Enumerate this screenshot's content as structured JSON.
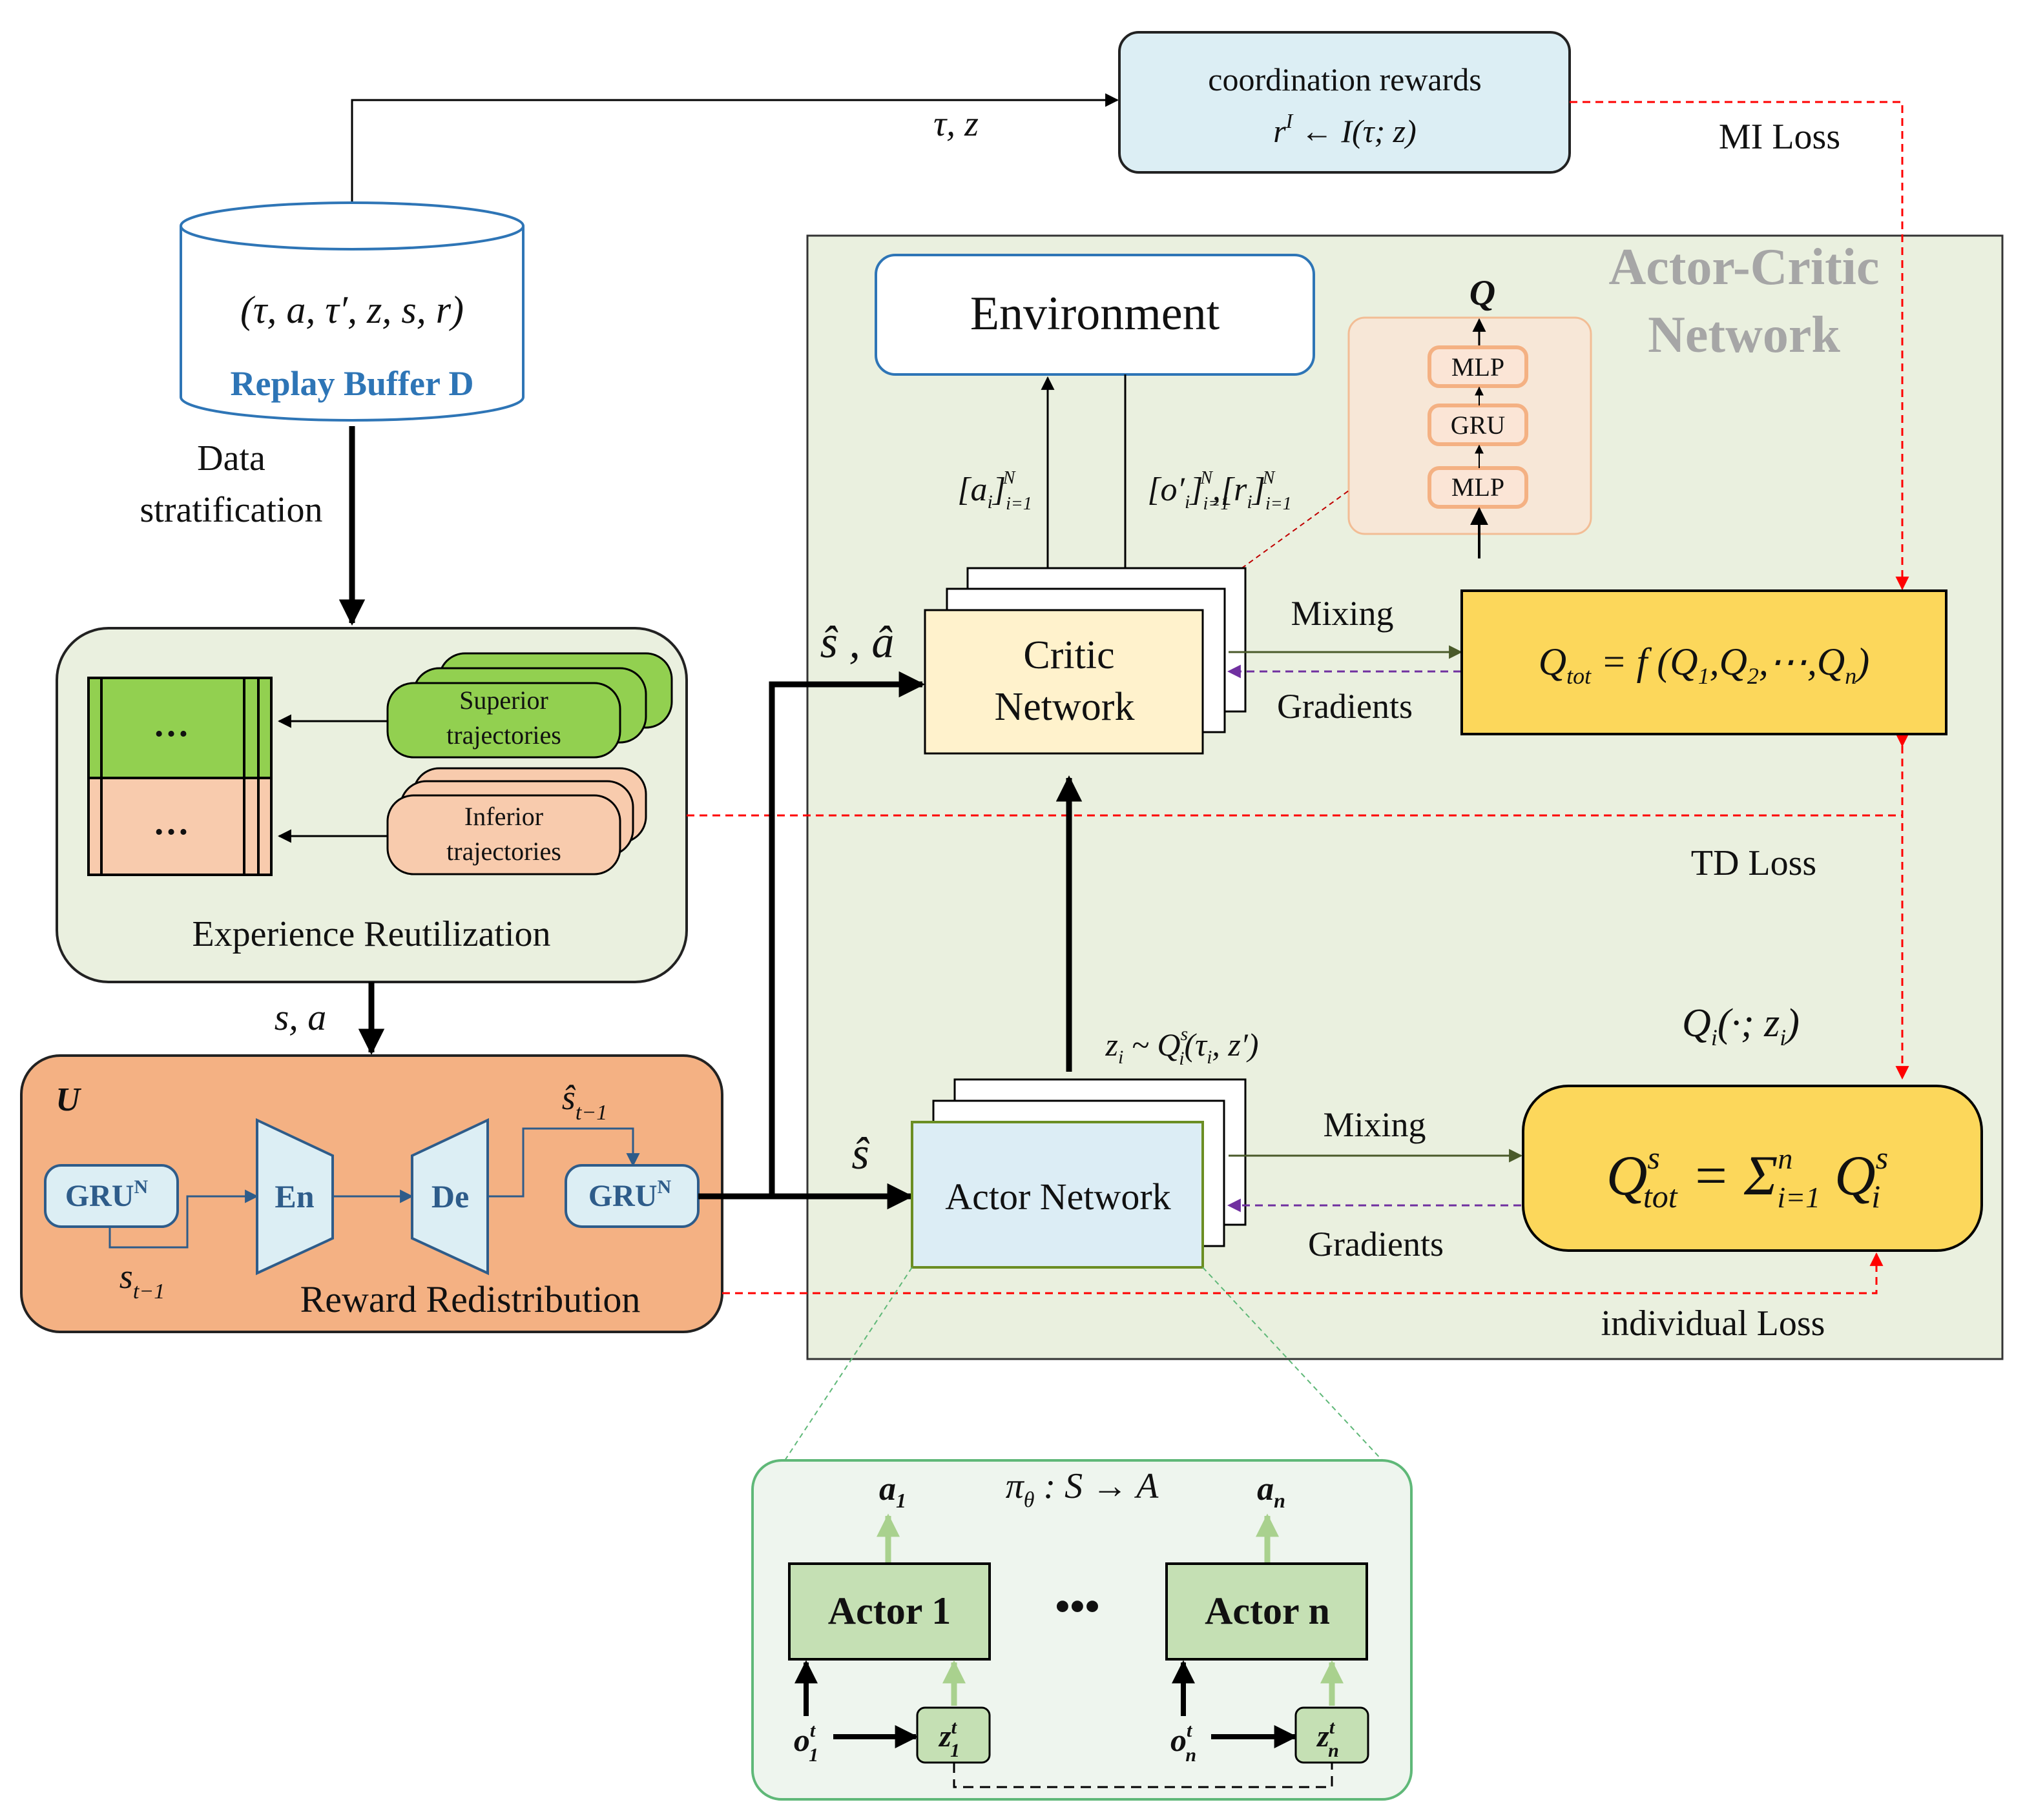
{
  "top_flow": {
    "tau_z": "τ, z"
  },
  "coordination": {
    "line1": "coordination rewards",
    "line2": "r",
    "line2_sup": "I",
    "line2_rest": " ← I(τ; z)"
  },
  "mi_loss": "MI Loss",
  "replay": {
    "tuple": "(τ, a, τ′, z, s, r)",
    "label": "Replay Buffer D"
  },
  "stratification": {
    "line1": "Data",
    "line2": "stratification"
  },
  "experience": {
    "superior_1": "Superior",
    "superior_2": "trajectories",
    "inferior_1": "Inferior",
    "inferior_2": "trajectories",
    "dots": "…",
    "label": "Experience Reutilization"
  },
  "sa": "s, a",
  "reward_module": {
    "u": "U",
    "gru": "GRU",
    "gru_sup": "N",
    "en": "En",
    "de": "De",
    "s_prev": "s",
    "s_prev_sub": "t−1",
    "s_hat_prev": "ŝ",
    "s_hat_prev_sub": "t−1",
    "label": "Reward Redistribution"
  },
  "actor_critic": {
    "title1": "Actor-Critic",
    "title2": "Network",
    "environment": "Environment",
    "actions": "[a",
    "actions_sub": "i",
    "actions_rest": "]",
    "actions_lim_sup": "N",
    "actions_lim_sub": "i=1",
    "obs": "[o′",
    "obs_sub": "i",
    "obs_mid": "]",
    "obs_lim_sub": "i=1",
    "obs_lim_sup": "N",
    "obs_comma": ",[r",
    "obs_r_sub": "i",
    "obs_end": "]",
    "obs_end_sub": "i=1",
    "obs_end_sup": "N",
    "q": "Q",
    "mlp_top": "MLP",
    "gru": "GRU",
    "mlp_bottom": "MLP",
    "critic_1": "Critic",
    "critic_2": "Network",
    "s_hat_a_hat": "ŝ , â",
    "mixing_top": "Mixing",
    "gradients_top": "Gradients",
    "qtot": "Q",
    "qtot_sub": "tot",
    "qtot_rest": " = f (Q",
    "qtot_1": "1",
    "qtot_c": ",Q",
    "qtot_2": "2",
    "qtot_dots": ",⋯,Q",
    "qtot_n": "n",
    "qtot_close": ")",
    "td_loss": "TD Loss",
    "qi": "Q",
    "qi_sub": "i",
    "qi_rest": "(·; z",
    "qi_z_sub": "i",
    "qi_close": ")",
    "zi": "z",
    "zi_sub": "i",
    "zi_rest": " ~ Q",
    "zi_sup": "s",
    "zi_sub2": "i",
    "zi_end": "(τ",
    "zi_tau_sub": "i",
    "zi_close": ", z′)",
    "s_hat": "ŝ",
    "actor": "Actor Network",
    "mixing_bottom": "Mixing",
    "gradients_bottom": "Gradients",
    "qtot_s": "Q",
    "qtot_s_sup": "s",
    "qtot_s_sub": "tot",
    "qtot_s_rest": " = Σ",
    "qtot_s_sum_sup": "n",
    "qtot_s_sum_sub": "i=1",
    "qtot_s_qi": " Q",
    "qtot_s_qi_sup": "s",
    "qtot_s_qi_sub": "i",
    "individual_loss": "individual Loss"
  },
  "actors_detail": {
    "policy": "π",
    "policy_sub": "θ",
    "policy_rest": " : S → A",
    "a1": "a",
    "a1_sub": "1",
    "an": "a",
    "an_sub": "n",
    "actor1": "Actor 1",
    "actorn": "Actor n",
    "dots": "•••",
    "o1": "o",
    "o1_sup": "t",
    "o1_sub": "1",
    "on": "o",
    "on_sup": "t",
    "on_sub": "n",
    "z1": "z",
    "z1_sup": "t",
    "z1_sub": "1",
    "zn": "z",
    "zn_sup": "t",
    "zn_sub": "n"
  },
  "colors": {
    "green_panel": "#eaf0df",
    "coord_fill": "#dceef4",
    "qtot_fill": "#fcd75b",
    "reward_fill": "#f4b183",
    "critic_fill": "#fff2cc",
    "actor_fill": "#dcedf5",
    "superior": "#92d050",
    "inferior": "#f8cbad",
    "red_dash": "#ff0000",
    "purple": "#7030a0"
  }
}
